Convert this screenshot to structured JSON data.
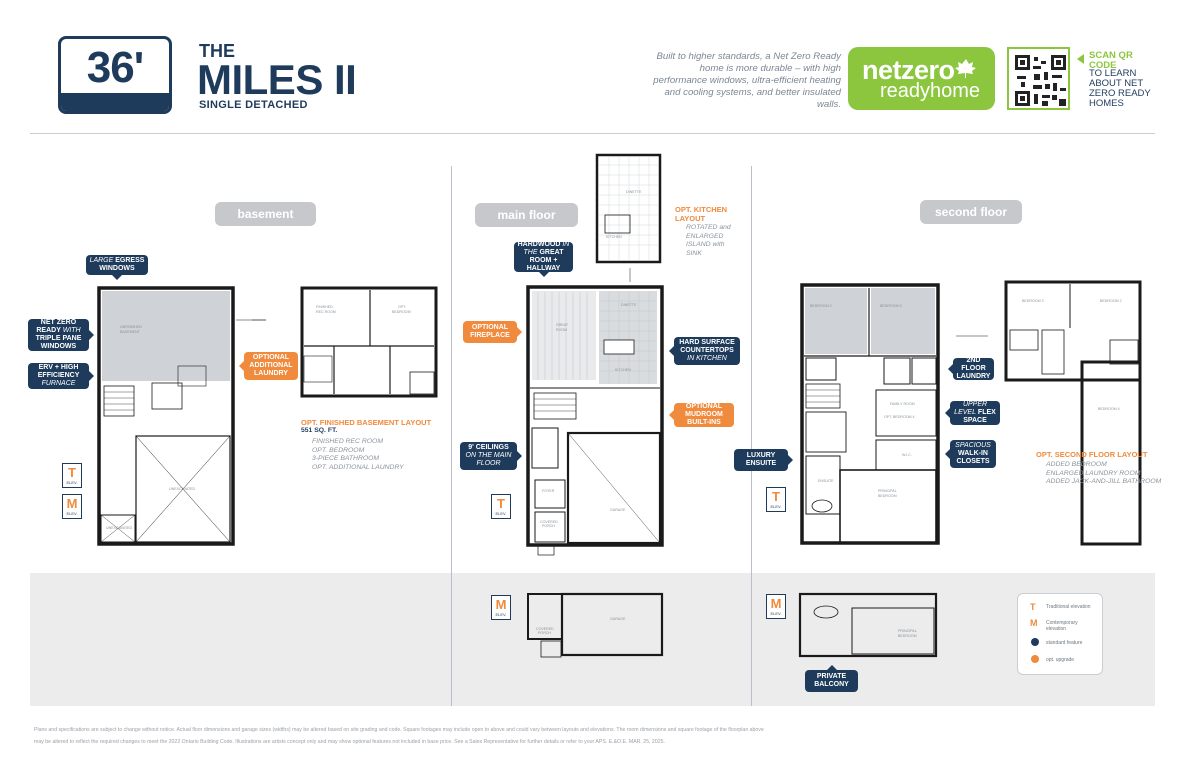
{
  "header": {
    "lot_width": "36'",
    "model_prefix": "THE",
    "model_name": "MILES II",
    "home_type": "SINGLE DETACHED",
    "net_zero_copy": "Built to higher standards, a Net Zero Ready home is more durable – with high performance windows, ultra-efficient heating and cooling systems, and better insulated walls.",
    "logo_line1": "netzero",
    "logo_line2": "readyhome",
    "scan_title": "SCAN QR CODE",
    "scan_subtitle": "TO LEARN ABOUT NET ZERO READY HOMES"
  },
  "colors": {
    "navy": "#1f3b5c",
    "orange": "#f08a3c",
    "green": "#8cc63f",
    "grey_pill": "#c6c8cb"
  },
  "floors": {
    "basement": {
      "label": "basement",
      "callouts": {
        "egress_pre": "LARGE",
        "egress_post": "EGRESS WINDOWS",
        "net_zero_1": "NET ZERO",
        "net_zero_2": "READY",
        "net_zero_3": "WITH",
        "net_zero_4": "TRIPLE PANE WINDOWS",
        "erv_1": "ERV + HIGH",
        "erv_2": "EFFICIENCY",
        "erv_3": "FURNACE",
        "laundry": "OPTIONAL ADDITIONAL LAUNDRY"
      },
      "option_title": "OPT. FINISHED BASEMENT LAYOUT",
      "option_sqft": "551 SQ. FT.",
      "option_items": [
        "FINISHED REC ROOM",
        "OPT. BEDROOM",
        "3-PIECE BATHROOM",
        "OPT. ADDITIONAL LAUNDRY"
      ],
      "room_labels": [
        "UNFINISHED BASEMENT",
        "UNEXCAVATED",
        "UNEXCAVATED",
        "FINISHED REC ROOM",
        "OPT. BEDROOM"
      ]
    },
    "main": {
      "label": "main floor",
      "callouts": {
        "hardwood_1": "HARDWOOD",
        "hardwood_2": "IN THE",
        "hardwood_3": "GREAT ROOM + HALLWAY",
        "fireplace": "OPTIONAL FIREPLACE",
        "counters_1": "HARD SURFACE COUNTERTOPS",
        "counters_2": "IN KITCHEN",
        "mudroom": "OPTIONAL MUDROOM BUILT-INS",
        "ceilings_1": "9' CEILINGS",
        "ceilings_2": "ON THE MAIN FLOOR"
      },
      "option_title": "OPT. KITCHEN LAYOUT",
      "option_items": [
        "ROTATED and ENLARGED ISLAND with SINK"
      ],
      "room_labels": [
        "GREAT ROOM",
        "DINETTE",
        "KITCHEN",
        "MUDROOM",
        "GARAGE",
        "FOYER",
        "COVERED PORCH"
      ]
    },
    "second": {
      "label": "second floor",
      "callouts": {
        "laundry": "2ND FLOOR LAUNDRY",
        "flex_1": "UPPER LEVEL",
        "flex_2": "FLEX SPACE",
        "closets_1": "SPACIOUS",
        "closets_2": "WALK-IN CLOSETS",
        "ensuite": "LUXURY ENSUITE",
        "balcony": "PRIVATE BALCONY"
      },
      "option_title": "OPT. SECOND FLOOR LAYOUT",
      "option_items": [
        "ADDED BEDROOM",
        "ENLARGED LAUNDRY ROOM",
        "ADDED JACK-AND-JILL BATHROOM"
      ],
      "room_labels": [
        "BEDROOM 2",
        "BEDROOM 3",
        "FAMILY ROOM",
        "OPT. BEDROOM 4",
        "PRINCIPAL BEDROOM",
        "ENSUITE",
        "W.I.C.",
        "BEDROOM 4"
      ]
    }
  },
  "elevations": {
    "t_letter": "T",
    "m_letter": "M",
    "sub": "ELEV."
  },
  "legend": {
    "t_letter": "T",
    "t_label": "Traditional elevation",
    "m_letter": "M",
    "m_label": "Contemporary elevation",
    "standard": "standard feature",
    "upgrade": "opt. upgrade"
  },
  "disclaimer_1": "Plans and specifications are subject to change without notice. Actual floor dimensions and garage sizes (widths) may be altered based on site grading and code. Square footages may include open to above and could vary between layouts and elevations. The room dimensions and square footage of the floorplan above",
  "disclaimer_2": "may be altered to reflect the required changes to meet the 2022 Ontario Building Code. Illustrations are artists concept only and may show optional features not included in base price. See a Sales Representative for further details or refer to your APS. E.&O.E. MAR. 25, 2025."
}
